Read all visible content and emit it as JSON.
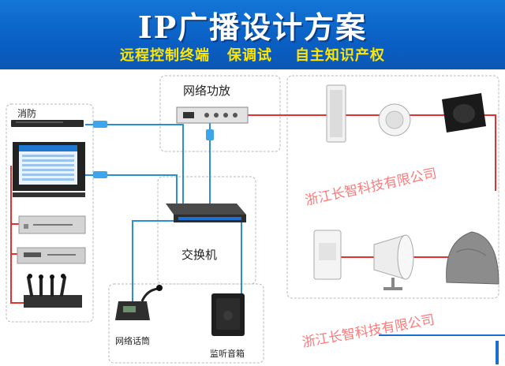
{
  "header": {
    "title": "IP广播设计方案",
    "subtitle_items": [
      "远程控制终端",
      "保调试",
      "自主知识产权"
    ]
  },
  "labels": {
    "fire": "消防",
    "network_amp": "网络功放",
    "switch": "交换机",
    "network_mic": "网络话筒",
    "monitor_speaker": "监听音箱"
  },
  "watermarks": [
    "浙江长智科技有限公司",
    "浙江长智科技有限公司"
  ],
  "colors": {
    "header_blue": "#0a5fc4",
    "subtitle_yellow": "#ffe600",
    "line_red": "#e53030",
    "line_blue": "#2a8fd8",
    "watermark_red": "#ff4d4d"
  }
}
